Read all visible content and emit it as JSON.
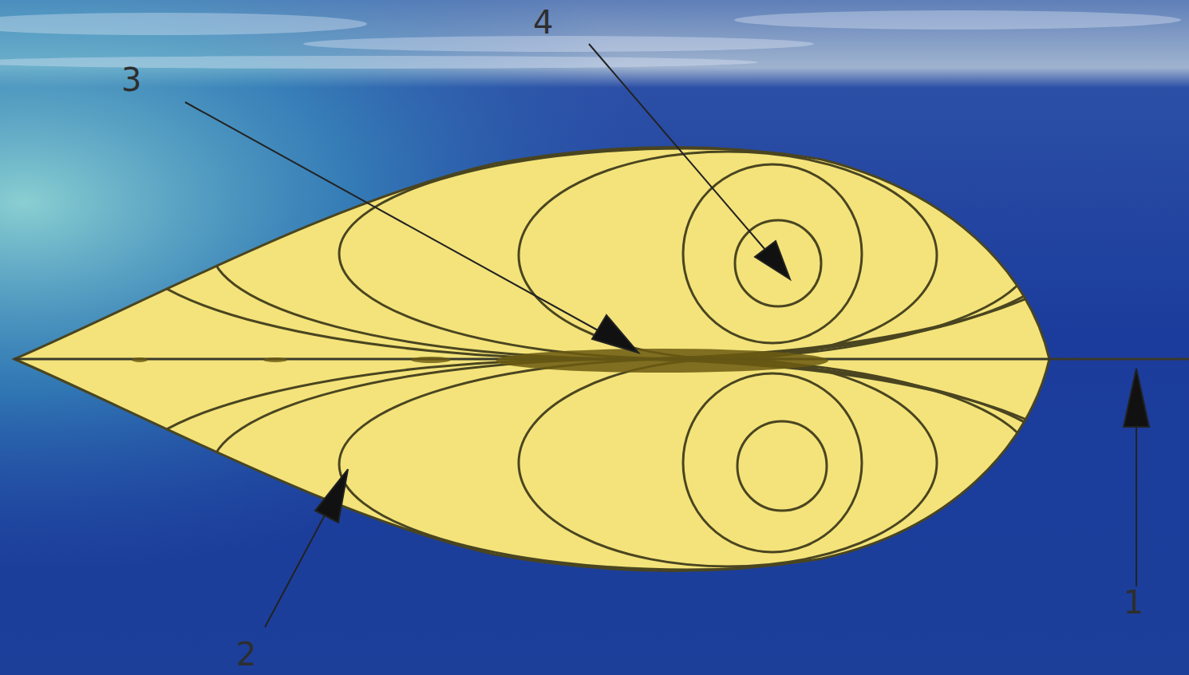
{
  "diagram": {
    "labels": [
      "4",
      "3",
      "1",
      "2"
    ]
  }
}
